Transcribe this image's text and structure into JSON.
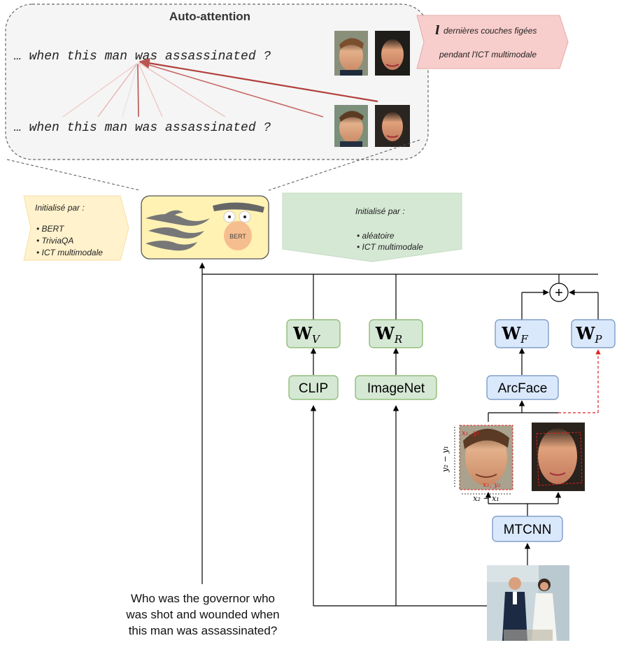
{
  "attention": {
    "title": "Auto-attention",
    "sentence_top": "… when this man was assassinated ?",
    "sentence_bottom": "… when this man was assassinated ?",
    "frozen_note_line1": "dernières couches figées",
    "frozen_note_symbol": "l",
    "frozen_note_line2": "pendant l'ICT multimodale"
  },
  "init_left": {
    "title": "Initialisé par :",
    "items": [
      "BERT",
      "TriviaQA",
      "ICT multimodale"
    ]
  },
  "init_right": {
    "title": "Initialisé par :",
    "items": [
      "aléatoire",
      "ICT multimodale"
    ]
  },
  "bert_label": "BERT",
  "blocks": {
    "wv_main": "W",
    "wv_sub": "V",
    "wr_main": "W",
    "wr_sub": "R",
    "wf_main": "W",
    "wf_sub": "F",
    "wp_main": "W",
    "wp_sub": "P",
    "clip": "CLIP",
    "imagenet": "ImageNet",
    "arcface": "ArcFace",
    "mtcnn": "MTCNN",
    "plus": "+"
  },
  "bbox_labels": {
    "top_left": "x₁, y₁",
    "bottom_right": "x₂, y₂",
    "height": "y₂ − y₁",
    "width": "x₂ − x₁"
  },
  "question": {
    "line1": "Who was the governor who",
    "line2": "was shot and wounded when",
    "line3": "this man was assassinated?"
  },
  "colors": {
    "green_fill": "#d5e8d4",
    "green_stroke": "#82b366",
    "blue_fill": "#dae8fc",
    "blue_stroke": "#6c8ebf",
    "yellow_fill": "#fff2cc",
    "red_fill": "#f8cecc",
    "attention_red": "#b85450"
  }
}
